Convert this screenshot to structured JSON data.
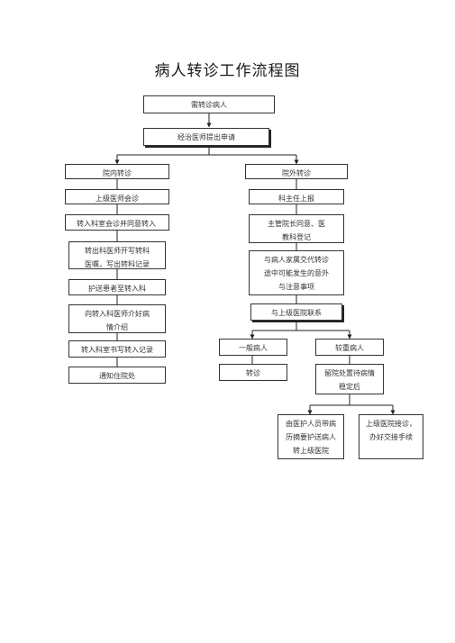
{
  "title": "病人转诊工作流程图",
  "nodes": {
    "start": "需转诊病人",
    "apply": "经治医师提出申请",
    "internal": "院内转诊",
    "external": "院外转诊",
    "consult": "上级医师会诊",
    "director_report": "科主任上报",
    "agree_transfer_in": "转入科室会诊并同意转入",
    "approve_register": "主管院长同意、医\n教科登记",
    "transfer_out_orders": "转出科医师开写转科\n医嘱，写出转科记录",
    "inform_family": "与病人家属交代转诊\n途中可能发生的意外\n与注意事项",
    "escort_patient": "护送患者至转入科",
    "contact_hospital": "与上级医院联系",
    "handover_condition": "向转入科医师介好病\n情介绍",
    "ordinary_patient": "一般病人",
    "severe_patient": "较重病人",
    "record_in": "转入科室书写转入记录",
    "refer": "转诊",
    "stabilize": "留院处置待病情\n稳定后",
    "notify_admission": "通知住院处",
    "nurse_escort": "由医护人员带病\n历摘要护送病人\n转上级医院",
    "superior_receive": "上级医院接诊，\n办好交接手续"
  }
}
